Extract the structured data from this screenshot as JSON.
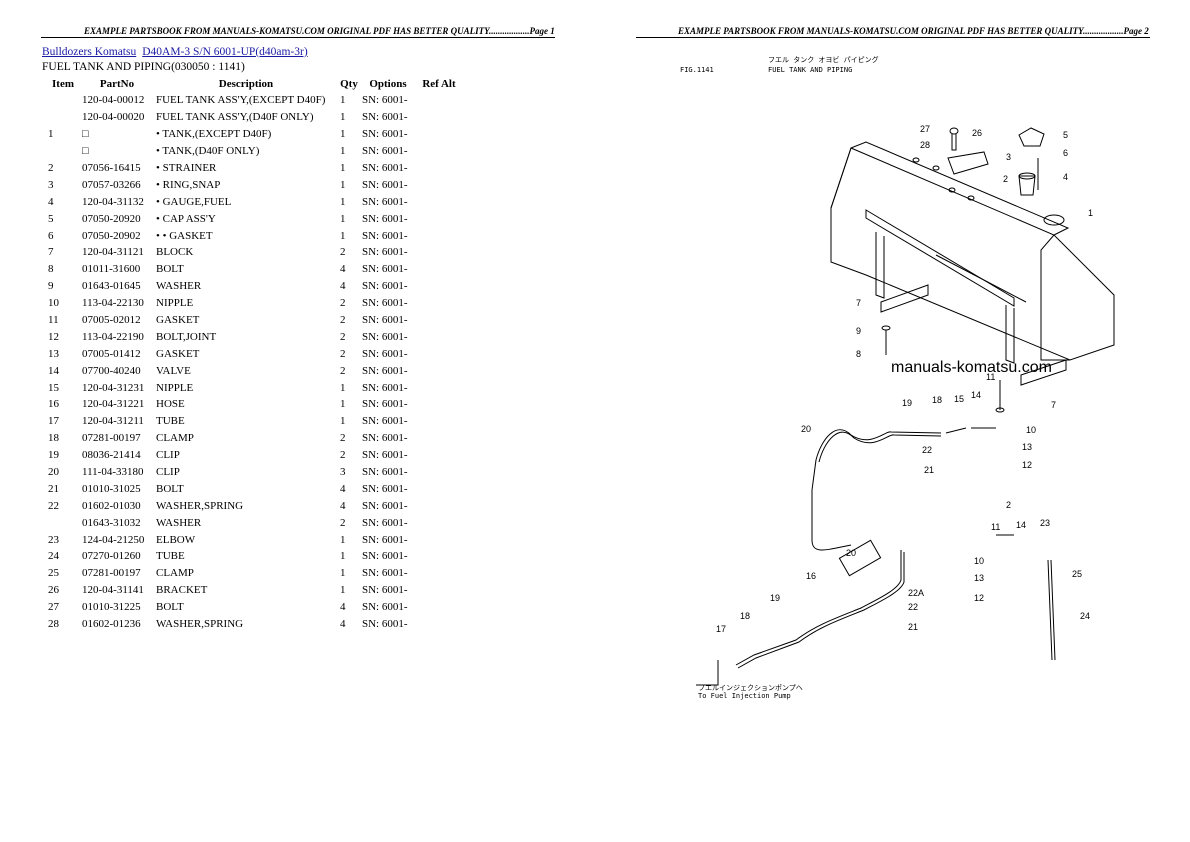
{
  "header": {
    "page1": "EXAMPLE PARTSBOOK FROM MANUALS-KOMATSU.COM ORIGINAL PDF HAS BETTER QUALITY..................Page 1",
    "page2": "EXAMPLE PARTSBOOK FROM MANUALS-KOMATSU.COM ORIGINAL PDF HAS BETTER QUALITY..................Page 2"
  },
  "breadcrumb": {
    "link1": "Bulldozers Komatsu",
    "link2": "D40AM-3 S/N 6001-UP(d40am-3r)"
  },
  "section_title": "FUEL TANK AND PIPING(030050 : 1141)",
  "table": {
    "headers": [
      "Item",
      "PartNo",
      "Description",
      "Qty",
      "Options",
      "Ref Alt"
    ],
    "rows": [
      [
        "",
        "120-04-00012",
        "FUEL TANK ASS'Y,(EXCEPT D40F)",
        "1",
        "SN: 6001-",
        ""
      ],
      [
        "",
        "120-04-00020",
        "FUEL TANK ASS'Y,(D40F ONLY)",
        "1",
        "SN: 6001-",
        ""
      ],
      [
        "1",
        "□",
        "• TANK,(EXCEPT D40F)",
        "1",
        "SN: 6001-",
        ""
      ],
      [
        "",
        "□",
        "• TANK,(D40F ONLY)",
        "1",
        "SN: 6001-",
        ""
      ],
      [
        "2",
        "07056-16415",
        "• STRAINER",
        "1",
        "SN: 6001-",
        ""
      ],
      [
        "3",
        "07057-03266",
        "• RING,SNAP",
        "1",
        "SN: 6001-",
        ""
      ],
      [
        "4",
        "120-04-31132",
        "• GAUGE,FUEL",
        "1",
        "SN: 6001-",
        ""
      ],
      [
        "5",
        "07050-20920",
        "• CAP ASS'Y",
        "1",
        "SN: 6001-",
        ""
      ],
      [
        "6",
        "07050-20902",
        "• • GASKET",
        "1",
        "SN: 6001-",
        ""
      ],
      [
        "7",
        "120-04-31121",
        "BLOCK",
        "2",
        "SN: 6001-",
        ""
      ],
      [
        "8",
        "01011-31600",
        "BOLT",
        "4",
        "SN: 6001-",
        ""
      ],
      [
        "9",
        "01643-01645",
        "WASHER",
        "4",
        "SN: 6001-",
        ""
      ],
      [
        "10",
        "113-04-22130",
        "NIPPLE",
        "2",
        "SN: 6001-",
        ""
      ],
      [
        "11",
        "07005-02012",
        "GASKET",
        "2",
        "SN: 6001-",
        ""
      ],
      [
        "12",
        "113-04-22190",
        "BOLT,JOINT",
        "2",
        "SN: 6001-",
        ""
      ],
      [
        "13",
        "07005-01412",
        "GASKET",
        "2",
        "SN: 6001-",
        ""
      ],
      [
        "14",
        "07700-40240",
        "VALVE",
        "2",
        "SN: 6001-",
        ""
      ],
      [
        "15",
        "120-04-31231",
        "NIPPLE",
        "1",
        "SN: 6001-",
        ""
      ],
      [
        "16",
        "120-04-31221",
        "HOSE",
        "1",
        "SN: 6001-",
        ""
      ],
      [
        "17",
        "120-04-31211",
        "TUBE",
        "1",
        "SN: 6001-",
        ""
      ],
      [
        "18",
        "07281-00197",
        "CLAMP",
        "2",
        "SN: 6001-",
        ""
      ],
      [
        "19",
        "08036-21414",
        "CLIP",
        "2",
        "SN: 6001-",
        ""
      ],
      [
        "20",
        "111-04-33180",
        "CLIP",
        "3",
        "SN: 6001-",
        ""
      ],
      [
        "21",
        "01010-31025",
        "BOLT",
        "4",
        "SN: 6001-",
        ""
      ],
      [
        "22",
        "01602-01030",
        "WASHER,SPRING",
        "4",
        "SN: 6001-",
        ""
      ],
      [
        "",
        "01643-31032",
        "WASHER",
        "2",
        "SN: 6001-",
        ""
      ],
      [
        "23",
        "124-04-21250",
        "ELBOW",
        "1",
        "SN: 6001-",
        ""
      ],
      [
        "24",
        "07270-01260",
        "TUBE",
        "1",
        "SN: 6001-",
        ""
      ],
      [
        "25",
        "07281-00197",
        "CLAMP",
        "1",
        "SN: 6001-",
        ""
      ],
      [
        "26",
        "120-04-31141",
        "BRACKET",
        "1",
        "SN: 6001-",
        ""
      ],
      [
        "27",
        "01010-31225",
        "BOLT",
        "4",
        "SN: 6001-",
        ""
      ],
      [
        "28",
        "01602-01236",
        "WASHER,SPRING",
        "4",
        "SN: 6001-",
        ""
      ]
    ]
  },
  "diagram": {
    "jp_title": "フエル タンク オヨビ パイピング",
    "fig_label": "FIG.1141",
    "en_title": "FUEL TANK AND PIPING",
    "watermark": "manuals-komatsu.com",
    "bottom_note_jp": "フエルインジェクションポンプヘ",
    "bottom_note_en": "To Fuel Injection Pump",
    "callouts": [
      "27",
      "26",
      "5",
      "28",
      "3",
      "6",
      "2",
      "4",
      "1",
      "7",
      "9",
      "8",
      "7",
      "11",
      "19",
      "18",
      "15",
      "14",
      "10",
      "20",
      "22",
      "21",
      "13",
      "12",
      "2",
      "11",
      "14",
      "23",
      "10",
      "13",
      "25",
      "12",
      "20",
      "16",
      "22A",
      "19",
      "22",
      "18",
      "21",
      "17",
      "24"
    ]
  },
  "colors": {
    "link": "#1a1aa6",
    "text": "#000000"
  }
}
